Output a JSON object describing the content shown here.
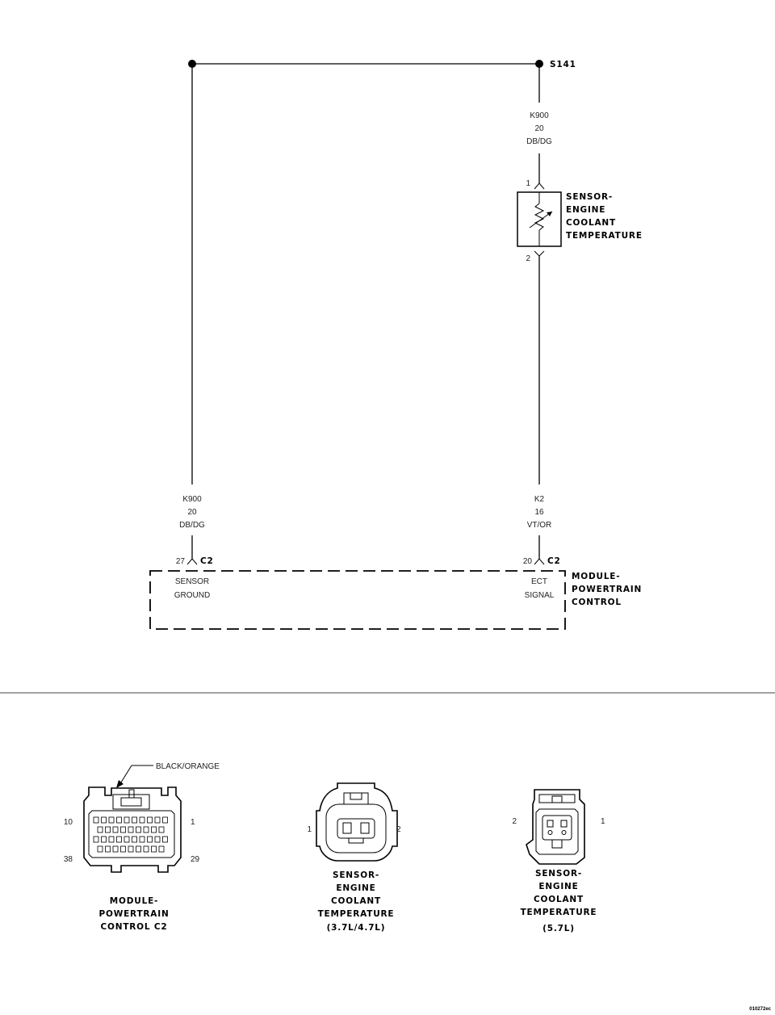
{
  "splice": {
    "label": "S141"
  },
  "wire_top": {
    "circuit": "K900",
    "gauge": "20",
    "color": "DB/DG"
  },
  "sensor": {
    "pin1": "1",
    "pin2": "2",
    "name_lines": [
      "SENSOR-",
      "ENGINE",
      "COOLANT",
      "TEMPERATURE"
    ]
  },
  "wire_left": {
    "circuit": "K900",
    "gauge": "20",
    "color": "DB/DG"
  },
  "wire_right": {
    "circuit": "K2",
    "gauge": "16",
    "color": "VT/OR"
  },
  "pcm": {
    "left_pin": "27",
    "left_conn": "C2",
    "right_pin": "20",
    "right_conn": "C2",
    "left_label_lines": [
      "SENSOR",
      "GROUND"
    ],
    "right_label_lines": [
      "ECT",
      "SIGNAL"
    ],
    "name_lines": [
      "MODULE-",
      "POWERTRAIN",
      "CONTROL"
    ]
  },
  "connector_views": {
    "pcm_c2": {
      "color_label": "BLACK/ORANGE",
      "pin_tl": "10",
      "pin_tr": "1",
      "pin_bl": "38",
      "pin_br": "29",
      "name_lines": [
        "MODULE-",
        "POWERTRAIN",
        "CONTROL C2"
      ]
    },
    "ect_37": {
      "pin_left": "1",
      "pin_right": "2",
      "name_lines": [
        "SENSOR-",
        "ENGINE",
        "COOLANT",
        "TEMPERATURE",
        "(3.7L/4.7L)"
      ]
    },
    "ect_57": {
      "pin_left": "2",
      "pin_right": "1",
      "name_lines": [
        "SENSOR-",
        "ENGINE",
        "COOLANT",
        "TEMPERATURE",
        "(5.7L)"
      ]
    }
  },
  "footer": {
    "code": "010272ec"
  }
}
